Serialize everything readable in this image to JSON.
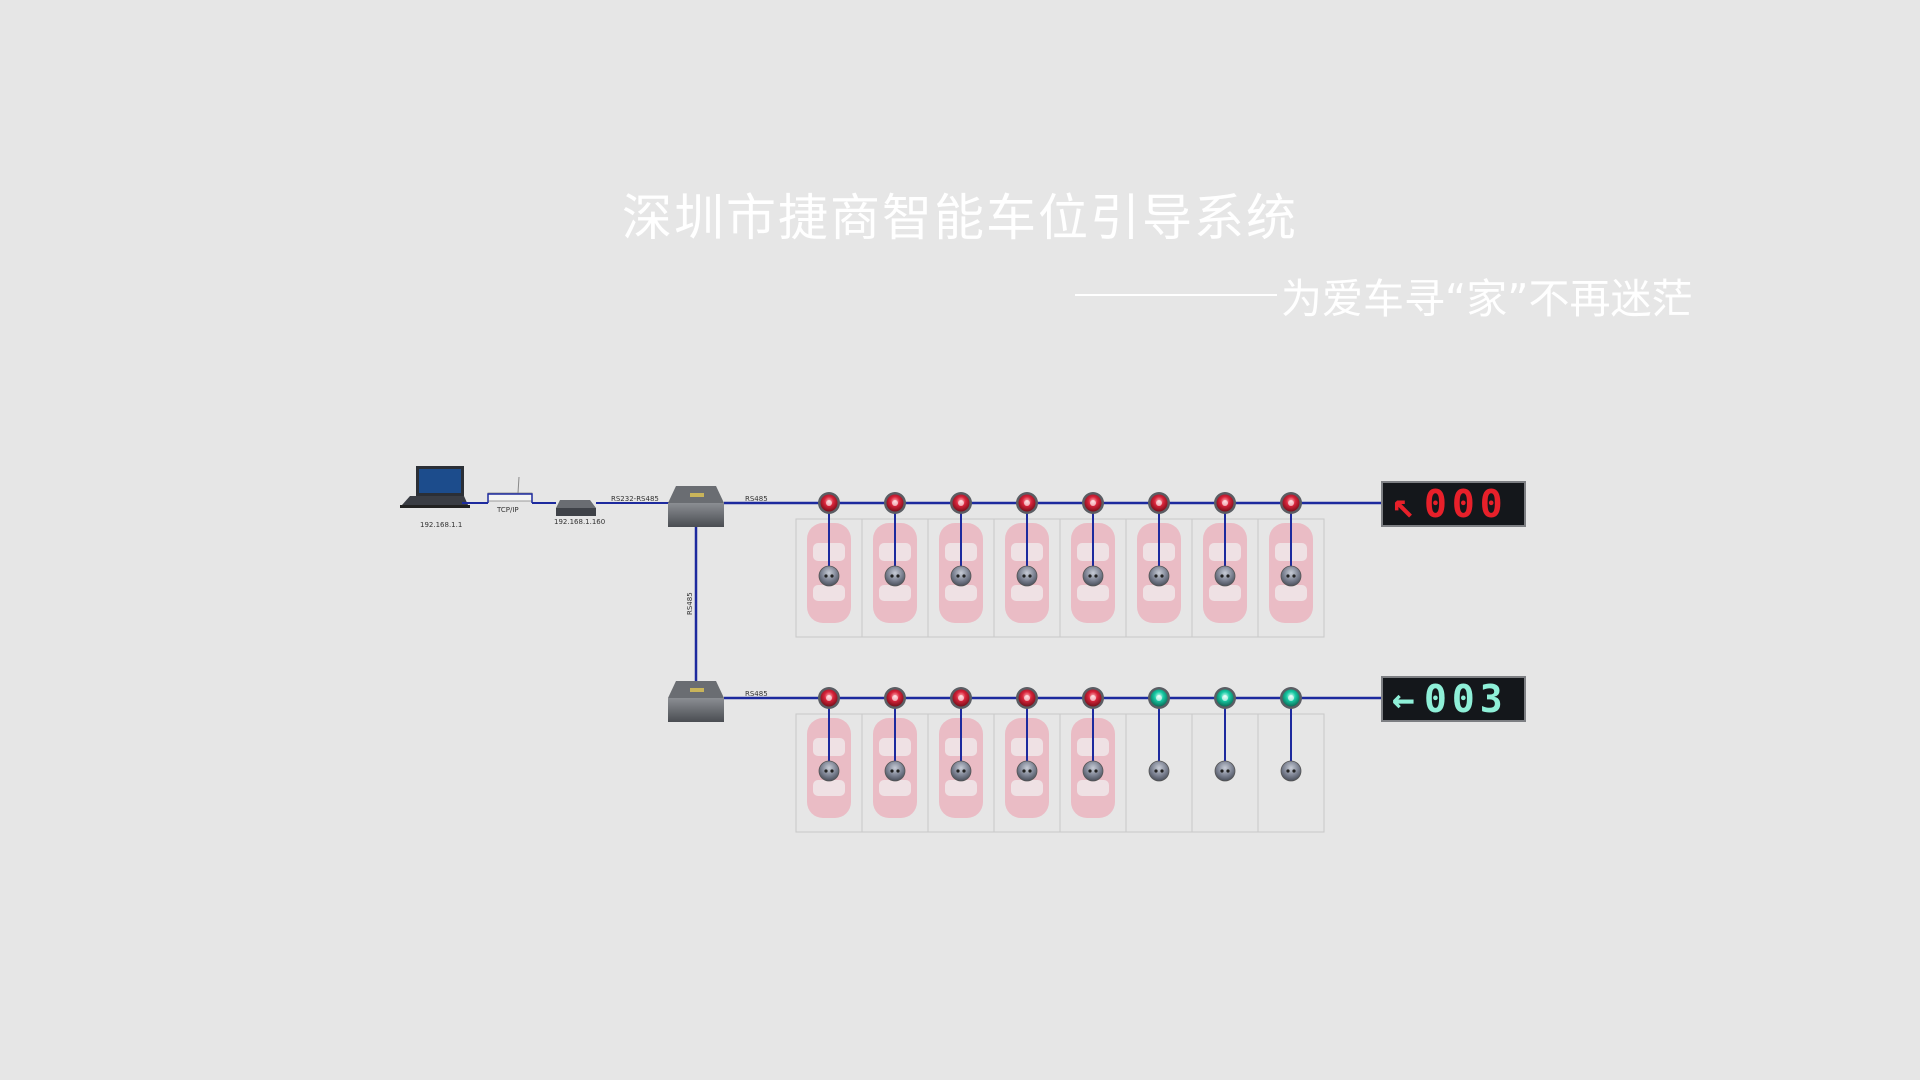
{
  "title": "深圳市捷商智能车位引导系统",
  "subtitle": "为爱车寻“家”不再迷茫",
  "network": {
    "pc_ip": "192.168.1.1",
    "link_label": "TCP/IP",
    "converter_ip": "192.168.1.160",
    "converter_link": "RS232-RS485",
    "bus_label_top": "RS485",
    "bus_label_vertical": "RS485",
    "bus_label_bottom": "RS485"
  },
  "rows": [
    {
      "name": "row-top",
      "slots": [
        "occupied",
        "occupied",
        "occupied",
        "occupied",
        "occupied",
        "occupied",
        "occupied",
        "occupied"
      ],
      "sign": {
        "arrow": "↖",
        "text": "000",
        "color": "#e8202a"
      }
    },
    {
      "name": "row-bottom",
      "slots": [
        "occupied",
        "occupied",
        "occupied",
        "occupied",
        "occupied",
        "free",
        "free",
        "free"
      ],
      "sign": {
        "arrow": "←",
        "text": "003",
        "color": "#8ff0d8"
      }
    }
  ],
  "colors": {
    "bus": "#1d2a9e",
    "occupied": "#d8233a",
    "free": "#17c9a4",
    "car": "#f08b9f"
  }
}
